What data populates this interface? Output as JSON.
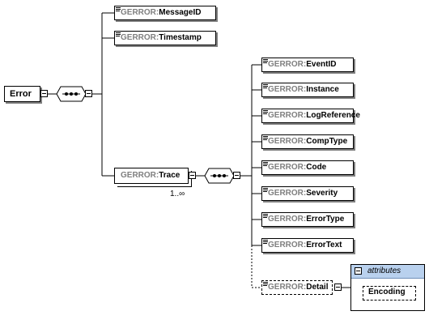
{
  "diagram": {
    "root": {
      "label": "Error"
    },
    "prefix": "GERROR:",
    "top_elements": [
      "MessageID",
      "Timestamp"
    ],
    "trace": {
      "label": "Trace",
      "cardinality": "1..∞"
    },
    "trace_children": [
      "EventID",
      "Instance",
      "LogReference",
      "CompType",
      "Code",
      "Severity",
      "ErrorType",
      "ErrorText"
    ],
    "detail": {
      "label": "Detail",
      "optional": true
    },
    "attributes": {
      "heading": "attributes",
      "items": [
        "Encoding"
      ]
    },
    "icons": [
      "collapse-icon",
      "sequence-icon",
      "documentation-icon"
    ],
    "colors": {
      "prefix": "#7f7f7f",
      "attributes_header": "#b9d1ee",
      "shadow": "#7f7f7f"
    }
  }
}
